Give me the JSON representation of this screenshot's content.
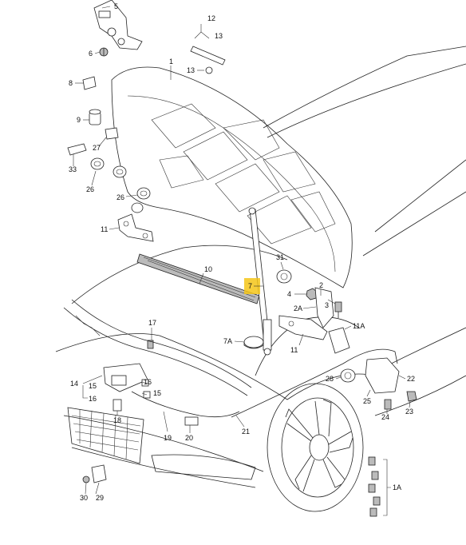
{
  "callouts": [
    {
      "id": "c1",
      "text": "1"
    },
    {
      "id": "c5",
      "text": "5"
    },
    {
      "id": "c6",
      "text": "6"
    },
    {
      "id": "c8",
      "text": "8"
    },
    {
      "id": "c9",
      "text": "9"
    },
    {
      "id": "c27",
      "text": "27"
    },
    {
      "id": "c33",
      "text": "33"
    },
    {
      "id": "c26a",
      "text": "26"
    },
    {
      "id": "c26b",
      "text": "26"
    },
    {
      "id": "c12",
      "text": "12"
    },
    {
      "id": "c13a",
      "text": "13"
    },
    {
      "id": "c13b",
      "text": "13"
    },
    {
      "id": "c11a",
      "text": "11"
    },
    {
      "id": "c10",
      "text": "10"
    },
    {
      "id": "c7",
      "text": "7"
    },
    {
      "id": "c31",
      "text": "31"
    },
    {
      "id": "c4",
      "text": "4"
    },
    {
      "id": "c2A",
      "text": "2A"
    },
    {
      "id": "c2",
      "text": "2"
    },
    {
      "id": "c3",
      "text": "3"
    },
    {
      "id": "c11b",
      "text": "11"
    },
    {
      "id": "c11A",
      "text": "11A"
    },
    {
      "id": "c7A",
      "text": "7A"
    },
    {
      "id": "c17",
      "text": "17"
    },
    {
      "id": "c14",
      "text": "14"
    },
    {
      "id": "c15a",
      "text": "15"
    },
    {
      "id": "c16a",
      "text": "16"
    },
    {
      "id": "c16b",
      "text": "16"
    },
    {
      "id": "c15b",
      "text": "15"
    },
    {
      "id": "c18",
      "text": "18"
    },
    {
      "id": "c19",
      "text": "19"
    },
    {
      "id": "c20",
      "text": "20"
    },
    {
      "id": "c21",
      "text": "21"
    },
    {
      "id": "c22",
      "text": "22"
    },
    {
      "id": "c23",
      "text": "23"
    },
    {
      "id": "c24",
      "text": "24"
    },
    {
      "id": "c25",
      "text": "25"
    },
    {
      "id": "c28",
      "text": "28"
    },
    {
      "id": "c29",
      "text": "29"
    },
    {
      "id": "c30",
      "text": "30"
    },
    {
      "id": "c1A",
      "text": "1A"
    }
  ],
  "highlight": {
    "part": "7",
    "color": "#f5c518"
  }
}
